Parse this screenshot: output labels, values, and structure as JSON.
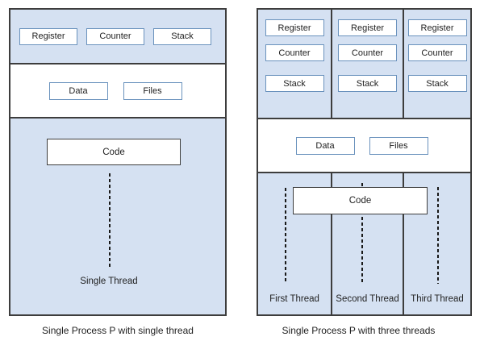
{
  "colors": {
    "band_fill": "#d5e1f2",
    "box_border": "#6a92bd",
    "outer_border": "#3d3d3d",
    "dash_color": "#191919"
  },
  "left": {
    "top_boxes": [
      "Register",
      "Counter",
      "Stack"
    ],
    "middle_boxes": [
      "Data",
      "Files"
    ],
    "code_label": "Code",
    "thread_label": "Single Thread",
    "caption": "Single Process P with single thread"
  },
  "right": {
    "columns": [
      {
        "boxes": [
          "Register",
          "Counter",
          "Stack"
        ],
        "thread_label": "First Thread"
      },
      {
        "boxes": [
          "Register",
          "Counter",
          "Stack"
        ],
        "thread_label": "Second Thread"
      },
      {
        "boxes": [
          "Register",
          "Counter",
          "Stack"
        ],
        "thread_label": "Third Thread"
      }
    ],
    "middle_boxes": [
      "Data",
      "Files"
    ],
    "code_label": "Code",
    "caption": "Single Process P with three threads"
  }
}
